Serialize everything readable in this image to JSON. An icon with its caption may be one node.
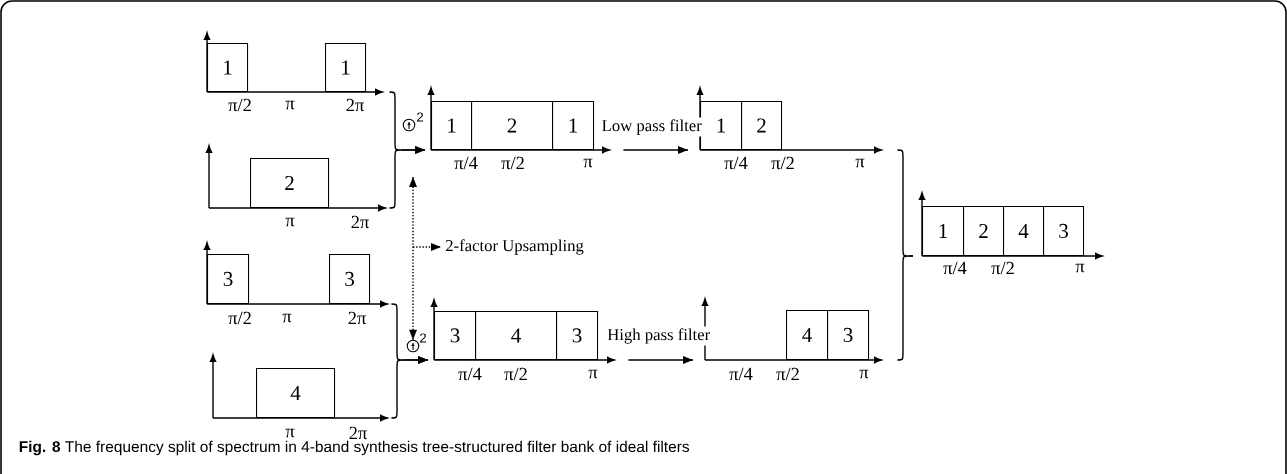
{
  "diagram": {
    "caption": "**Fig. 8** The frequency split of spectrum in 4-band synthesis tree-structured filter bank of ideal filters",
    "nodes": [
      {
        "text": [],
        "shape": "picture"
      },
      {
        "text": [
          "1"
        ],
        "in": 0
      },
      {
        "text": [
          "1"
        ],
        "in": 0
      },
      {
        "text": [],
        "shape": "picture"
      },
      {
        "text": [
          "2"
        ],
        "in": 3
      },
      {
        "text": [],
        "shape": "circle",
        "beside": [
          "2"
        ]
      },
      {
        "text": [],
        "shape": "picture"
      },
      {
        "text": [
          "1"
        ],
        "in": 6
      },
      {
        "text": [
          "2"
        ],
        "in": 6
      },
      {
        "text": [
          "1"
        ],
        "in": 6
      },
      {
        "text": [],
        "shape": "picture"
      },
      {
        "text": [
          "1"
        ],
        "in": 10
      },
      {
        "text": [
          "2"
        ],
        "in": 10
      },
      {
        "text": [
          "2-factor Upsampling"
        ]
      },
      {
        "text": [],
        "shape": "picture"
      },
      {
        "text": [
          "3"
        ],
        "in": 14
      },
      {
        "text": [
          "3"
        ],
        "in": 14
      },
      {
        "text": [],
        "shape": "picture"
      },
      {
        "text": [
          "4"
        ],
        "in": 17
      },
      {
        "text": [],
        "shape": "circle",
        "beside": [
          "2"
        ]
      },
      {
        "text": [],
        "shape": "picture"
      },
      {
        "text": [
          "3"
        ],
        "in": 20
      },
      {
        "text": [
          "4"
        ],
        "in": 20
      },
      {
        "text": [
          "3"
        ],
        "in": 20
      },
      {
        "text": [],
        "shape": "picture"
      },
      {
        "text": [
          "4"
        ],
        "in": 24
      },
      {
        "text": [
          "3"
        ],
        "in": 24
      },
      {
        "text": [],
        "shape": "picture"
      },
      {
        "text": [
          "1"
        ],
        "in": 27
      },
      {
        "text": [
          "2"
        ],
        "in": 27
      },
      {
        "text": [
          "4"
        ],
        "in": 27
      },
      {
        "text": [
          "3"
        ],
        "in": 27
      }
    ],
    "edges": [
      {
        "from": 0,
        "to": 6,
        "arrow": "to"
      },
      {
        "from": 3,
        "to": 6,
        "arrow": "to"
      },
      {
        "from": 6,
        "to": 10,
        "arrow": "to",
        "label": "Low pass filter"
      },
      {
        "from": 14,
        "to": 20,
        "arrow": "to"
      },
      {
        "from": 17,
        "to": 20,
        "arrow": "to"
      },
      {
        "from": 20,
        "to": 24,
        "arrow": "to",
        "label": "High pass filter"
      },
      {
        "from": 10,
        "to": 27,
        "arrow": "none"
      },
      {
        "from": 24,
        "to": 27,
        "arrow": "none"
      },
      {
        "from": null,
        "to": 19,
        "arrow": "both",
        "style": "dashed"
      },
      {
        "from": null,
        "to": 13,
        "arrow": "to",
        "style": "dashed"
      }
    ],
    "labels": [
      "π/2",
      "π",
      "2π",
      "π/4",
      "π/2",
      "π",
      "π/4",
      "π/2",
      "π",
      "π",
      "2π",
      "π/4",
      "π/2",
      "π",
      "π/2",
      "π",
      "2π",
      "π/4",
      "π/2",
      "π",
      "π/4",
      "π/2",
      "π",
      "π",
      "2π"
    ]
  }
}
